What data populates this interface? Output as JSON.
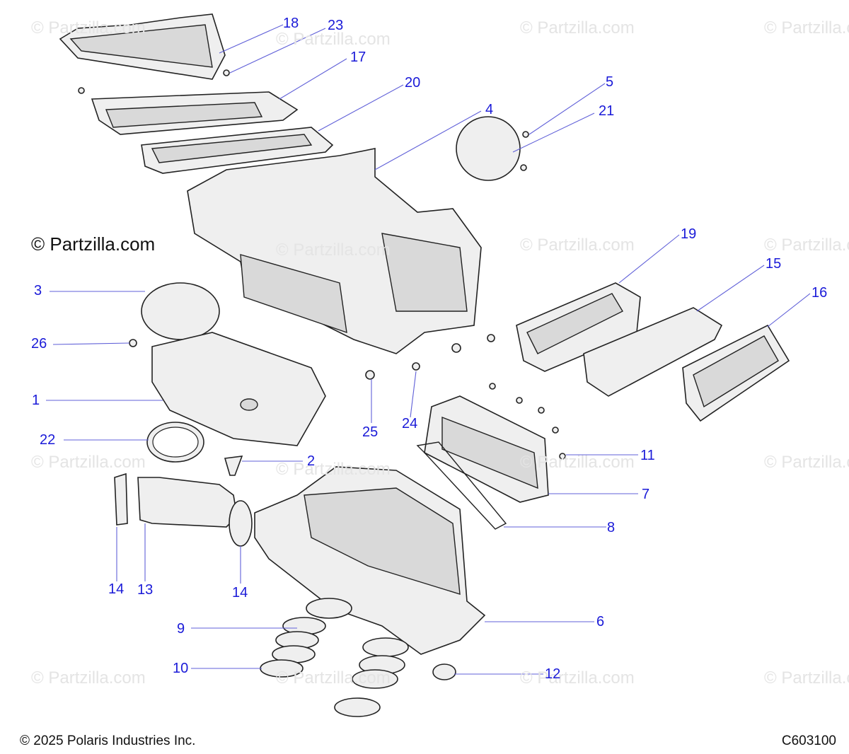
{
  "watermark_text": "© Partzilla.com",
  "main_watermark": "© Partzilla.com",
  "footer": {
    "copyright": "© 2025 Polaris Industries Inc.",
    "diagram_code": "C603100"
  },
  "callouts": [
    "18",
    "23",
    "17",
    "20",
    "4",
    "5",
    "21",
    "19",
    "15",
    "16",
    "3",
    "26",
    "1",
    "25",
    "24",
    "22",
    "2",
    "11",
    "7",
    "8",
    "14",
    "13",
    "14",
    "9",
    "6",
    "10",
    "12"
  ]
}
